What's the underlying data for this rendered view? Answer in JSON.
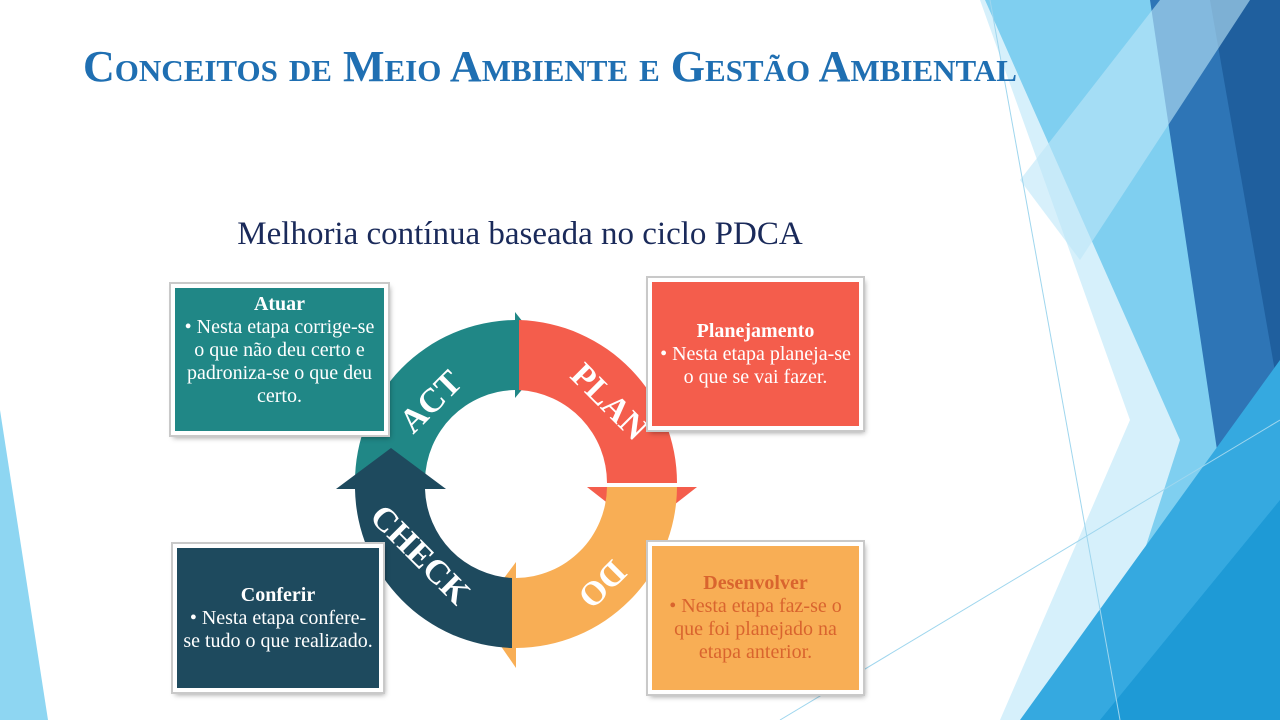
{
  "title": "Conceitos de Meio Ambiente e Gestão Ambiental",
  "subtitle": "Melhoria contínua baseada no ciclo PDCA",
  "cycle": {
    "act": "ACT",
    "plan": "PLAN",
    "do": "DO",
    "check": "CHECK"
  },
  "boxes": {
    "act": {
      "heading": "Atuar",
      "text": "• Nesta etapa corrige-se o que não deu certo e padroniza-se o que deu certo."
    },
    "plan": {
      "heading": "Planejamento",
      "text": "• Nesta etapa planeja-se o que se vai fazer."
    },
    "do": {
      "heading": "Desenvolver",
      "text": "• Nesta etapa faz-se o que foi planejado na etapa anterior."
    },
    "check": {
      "heading": "Conferir",
      "text": "• Nesta etapa confere-se tudo o que realizado."
    }
  },
  "colors": {
    "title": "#1F6FB2",
    "act": "#208786",
    "plan": "#F45D4C",
    "do": "#F8AE55",
    "check": "#1E4A5E"
  }
}
